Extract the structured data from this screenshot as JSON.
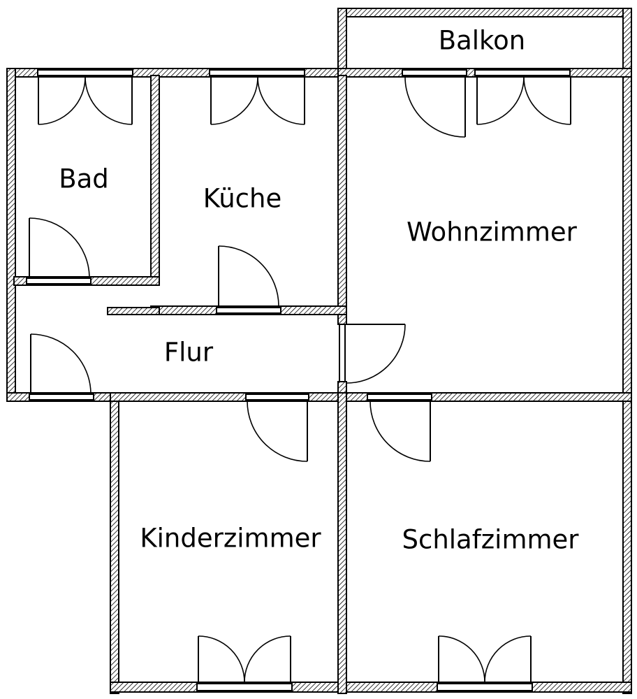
{
  "rooms": {
    "balkon": "Balkon",
    "bad": "Bad",
    "kueche": "Küche",
    "wohnzimmer": "Wohnzimmer",
    "flur": "Flur",
    "kinderzimmer": "Kinderzimmer",
    "schlafzimmer": "Schlafzimmer"
  },
  "colors": {
    "line": "#000000",
    "hatch": "#000000",
    "background": "#ffffff"
  }
}
